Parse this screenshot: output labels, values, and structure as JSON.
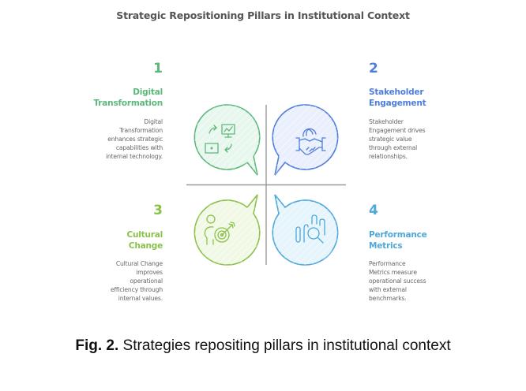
{
  "title": "Strategic Repositioning Pillars in Institutional Context",
  "pillars": [
    {
      "number": "1",
      "heading_line1": "Digital",
      "heading_line2": "Transformation",
      "description_lines": [
        "Digital",
        "Transformation",
        "enhances strategic",
        "capabilities with",
        "internal technology."
      ],
      "color": "#5cb87a",
      "fill": "#e8f7ee",
      "icon": "digital-transformation-icon"
    },
    {
      "number": "2",
      "heading_line1": "Stakeholder",
      "heading_line2": "Engagement",
      "description_lines": [
        "Stakeholder",
        "Engagement drives",
        "strategic value",
        "through external",
        "relationships."
      ],
      "color": "#4f7ddb",
      "fill": "#e9effc",
      "icon": "handshake-globe-icon"
    },
    {
      "number": "3",
      "heading_line1": "Cultural",
      "heading_line2": "Change",
      "description_lines": [
        "Cultural Change",
        "improves",
        "operational",
        "efficiency through",
        "internal values."
      ],
      "color": "#8ac249",
      "fill": "#f1f9e6",
      "icon": "person-target-icon"
    },
    {
      "number": "4",
      "heading_line1": "Performance",
      "heading_line2": "Metrics",
      "description_lines": [
        "Performance",
        "Metrics measure",
        "operational success",
        "with external",
        "benchmarks."
      ],
      "color": "#4ea8d9",
      "fill": "#e6f4fc",
      "icon": "chart-magnifier-icon"
    }
  ],
  "caption": {
    "label": "Fig. 2.",
    "text": " Strategies repositing pillars in institutional context"
  }
}
